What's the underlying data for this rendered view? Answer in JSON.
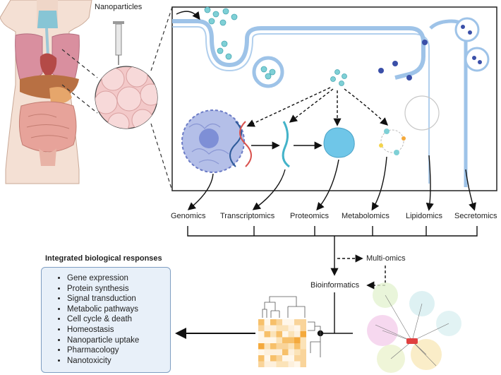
{
  "labels": {
    "nanoparticles": "Nanoparticles",
    "multi_omics": "Multi-omics",
    "bioinformatics": "Bioinformatics",
    "responses_title": "Integrated biological responses"
  },
  "omics": [
    "Genomics",
    "Transcriptomics",
    "Proteomics",
    "Metabolomics",
    "Lipidomics",
    "Secretomics"
  ],
  "responses": [
    "Gene expression",
    "Protein synthesis",
    "Signal transduction",
    "Metabolic pathways",
    "Cell cycle & death",
    "Homeostasis",
    "Nanoparticle uptake",
    "Pharmacology",
    "Nanotoxicity"
  ],
  "colors": {
    "membrane": "#9ec3e8",
    "nanoparticle": "#7fd0d6",
    "nucleus": "#b4bfe8",
    "protein": "#6fc6e8",
    "heatmap": "#f4a93c",
    "box_fill": "#e8f0f9"
  }
}
